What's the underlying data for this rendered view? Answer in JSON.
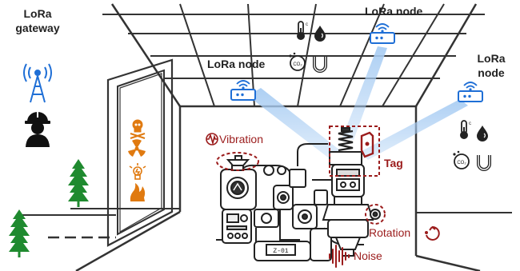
{
  "labels": {
    "gateway": [
      "LoRa",
      "gateway"
    ],
    "node_ceiling_left": "LoRa node",
    "node_ceiling_top": "LoRa node",
    "node_right": [
      "LoRa",
      "node"
    ],
    "vibration": "Vibration",
    "tag": "Tag",
    "rotation": "Rotation",
    "noise": "Noise"
  },
  "co2_text": "CO2",
  "machine_plate": "Z-01",
  "colors": {
    "signal_blue": "#1f6fd6",
    "beam_blue": "#a9cdf3",
    "accent_red": "#9b1c1c",
    "hazard_orange": "#e07a10",
    "tree_green": "#1f8a2f",
    "line": "#333333"
  },
  "icons": [
    "antenna-tower-icon",
    "worker-icon",
    "router-icon",
    "thermometer-icon",
    "droplet-icon",
    "co2-sensor-icon",
    "magnet-icon",
    "skull-hazard-icon",
    "radiation-hazard-icon",
    "electric-hazard-icon",
    "fire-hazard-icon",
    "tree-icon",
    "vibration-icon",
    "rotation-icon",
    "noise-icon",
    "tag-icon"
  ]
}
